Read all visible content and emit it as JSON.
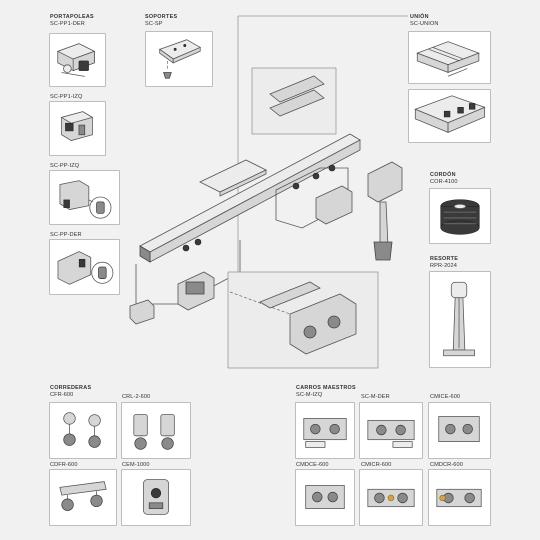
{
  "sections": {
    "portapoleas": {
      "title": "PORTAPOLEAS",
      "items": [
        {
          "code": "SC-PP1-DER"
        },
        {
          "code": "SC-PP1-IZQ"
        },
        {
          "code": "SC-PP-IZQ"
        },
        {
          "code": "SC-PP-DER"
        }
      ]
    },
    "soportes": {
      "title": "SOPORTES",
      "code": "SC-SP"
    },
    "union": {
      "title": "UNIÓN",
      "code": "SC-UNION"
    },
    "cordon": {
      "title": "CORDÓN",
      "code": "COR-4100"
    },
    "resorte": {
      "title": "RESORTE",
      "code": "RPR-2024"
    },
    "correderas": {
      "title": "CORREDERAS",
      "items": [
        {
          "code": "CFR-600"
        },
        {
          "code": "CRL-2-600"
        },
        {
          "code": "CDFR-600"
        },
        {
          "code": "CEM-1000"
        }
      ]
    },
    "carros": {
      "title": "CARROS MAESTROS",
      "items": [
        {
          "code": "SC-M-IZQ"
        },
        {
          "code": "SC-M-DER"
        },
        {
          "code": "CMICE-600"
        },
        {
          "code": "CMDCE-600"
        },
        {
          "code": "CMICR-600"
        },
        {
          "code": "CMDCR-600"
        }
      ]
    }
  },
  "colors": {
    "background": "#f1f1f1",
    "box_border": "#bdbdbd",
    "box_fill": "#ffffff",
    "ink": "#333333",
    "accent": "#d4a24a"
  }
}
